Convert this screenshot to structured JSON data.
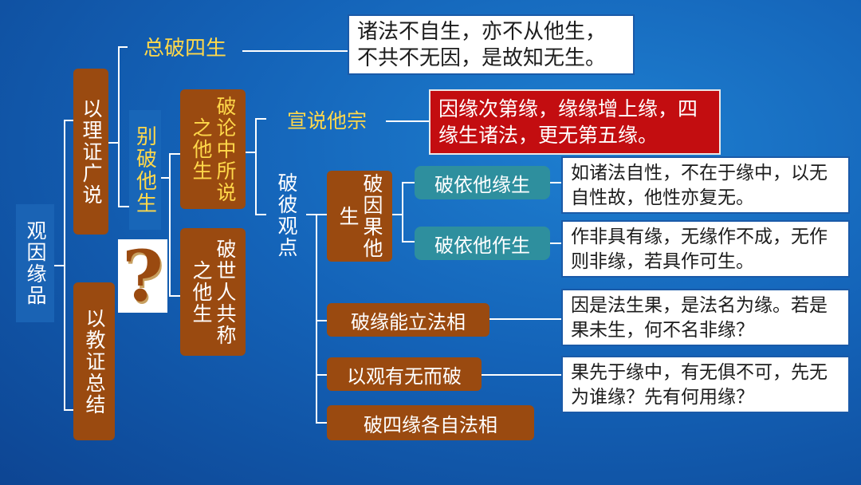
{
  "nodes": {
    "root": "观因缘品",
    "by_reason": "以理证广说",
    "by_teaching": "以教证总结",
    "general_refute": "总破四生",
    "separate_refute": "别破他生",
    "refute_doctrine": "破论中所说之他生",
    "refute_worldly": "破世人共称之他生",
    "proclaim_other": "宣说他宗",
    "refute_view": "破彼观点",
    "refute_cause_effect": "破因果他生",
    "refute_dependent_cond": "破依他缘生",
    "refute_dependent_act": "破依他作生",
    "refute_cond_establish": "破缘能立法相",
    "refute_by_existence": "以观有无而破",
    "refute_four_cond": "破四缘各自法相"
  },
  "verses": {
    "general": "诸法不自生，亦不从他生，不共不无因，是故知无生。",
    "proclaim": "因缘次第缘，缘缘增上缘，四缘生诸法，更无第五缘。",
    "cond": "如诸法自性，不在于缘中，以无自性故，他性亦复无。",
    "act": "作非具有缘，无缘作不成，无作则非缘，若具作可生。",
    "establish": "因是法生果，是法名为缘。若是果未生，何不名非缘？",
    "existence": "果先于缘中，有无俱不可，先无为谁缘？先有何用缘？"
  },
  "question_mark": "?",
  "colors": {
    "background": "#1463b8",
    "node": "#9a4a10",
    "teal": "#2e8f9e",
    "red": "#c30d10",
    "yellow": "#ffd84a"
  }
}
